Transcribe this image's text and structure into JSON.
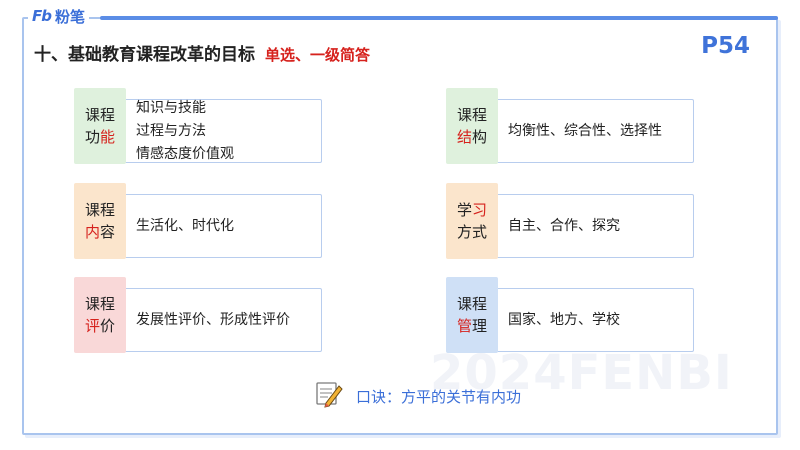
{
  "brand": {
    "mark": "Fb",
    "name": "粉笔"
  },
  "slide": {
    "title": "十、基础教育课程改革的目标",
    "tag": "单选、一级简答",
    "page": "P54",
    "watermark": "2024FENBI"
  },
  "cards": [
    {
      "label_top": "课程",
      "label_bottom_a": "功",
      "label_bottom_hl": "能",
      "label_bottom_b": "",
      "label_hl_top": "",
      "items": [
        "知识与技能",
        "过程与方法",
        "情感态度价值观"
      ]
    },
    {
      "label_top": "课程",
      "label_bottom_a": "",
      "label_bottom_hl": "内",
      "label_bottom_b": "容",
      "items": [
        "生活化、时代化"
      ]
    },
    {
      "label_top": "课程",
      "label_bottom_a": "",
      "label_bottom_hl": "评",
      "label_bottom_b": "价",
      "items": [
        "发展性评价、形成性评价"
      ]
    },
    {
      "label_top": "课程",
      "label_bottom_a": "",
      "label_bottom_hl": "结",
      "label_bottom_b": "构",
      "items": [
        "均衡性、综合性、选择性"
      ]
    },
    {
      "label_top_a": "学",
      "label_top_hl": "习",
      "label_bottom": "方式",
      "items": [
        "自主、合作、探究"
      ]
    },
    {
      "label_top": "课程",
      "label_bottom_a": "",
      "label_bottom_hl": "管",
      "label_bottom_b": "理",
      "items": [
        "国家、地方、学校"
      ]
    }
  ],
  "motto": {
    "icon": "pencil-note-icon",
    "text": "口诀：方平的关节有内功"
  },
  "colors": {
    "accent": "#3f73d9",
    "highlight": "#d6221d"
  }
}
